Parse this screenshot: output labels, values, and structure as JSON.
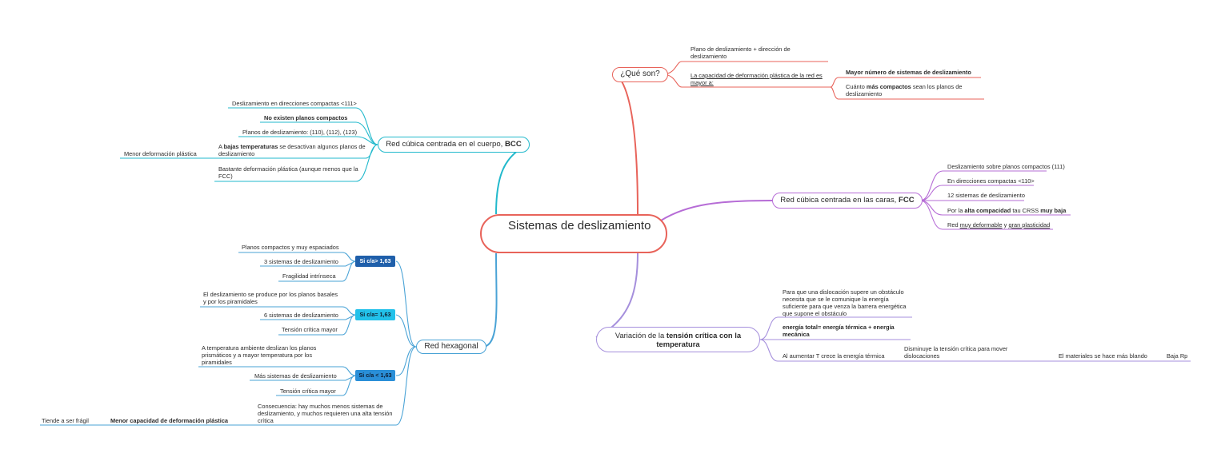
{
  "root": {
    "title": "Sistemas de deslizamiento"
  },
  "que_son": {
    "label": "¿Qué son?",
    "item1": "Plano de deslizamiento + dirección de deslizamiento",
    "item2": "La capacidad de deformación plástica de la red es mayor a:",
    "sub1": "Mayor número de sistemas de deslizamiento",
    "sub2": {
      "a": "Cuánto ",
      "b": "más compactos",
      "c": " sean los planos de deslizamiento"
    }
  },
  "bcc": {
    "label_a": "Red cúbica centrada en el cuerpo, ",
    "label_b": "BCC",
    "items": {
      "i1": "Deslizamiento en direcciones compactas <111>",
      "i2": "No existen planos compactos",
      "i3": "Planos de deslizamiento: (110), (112), (123)",
      "i4a": "A ",
      "i4b": "bajas temperaturas",
      "i4c": " se desactivan algunos planos de deslizamiento",
      "i4_child": "Menor deformación plástica",
      "i5": "Bastante deformación plástica (aunque menos que la FCC)"
    }
  },
  "fcc": {
    "label_a": "Red cúbica centrada en las caras, ",
    "label_b": "FCC",
    "items": {
      "i1": "Deslizamiento sobre planos compactos (111)",
      "i2": "En direcciones compactas <110>",
      "i3": "12 sistemas de deslizamiento",
      "i4a": "Por la ",
      "i4b": "alta compacidad",
      "i4c": " tau CRSS ",
      "i4d": "muy baja",
      "i5a": "Red ",
      "i5b": "muy deformable",
      "i5c": " y ",
      "i5d": "gran plasticidad"
    }
  },
  "hex": {
    "label": "Red hexagonal",
    "g1": {
      "label": "Si c/a> 1,63",
      "a": "Planos compactos y muy espaciados",
      "b": "3 sistemas de deslizamiento",
      "c": "Fragilidad intrínseca"
    },
    "g2": {
      "label": "Si c/a= 1,63",
      "a": "El deslizamiento se produce por los planos basales y por los piramidales",
      "b": "6 sistemas de deslizamiento",
      "c": "Tensión crítica mayor"
    },
    "g3": {
      "label": "Si c/a < 1,63",
      "a": "A temperatura ambiente deslizan los planos prismáticos y a mayor temperatura por los piramidales",
      "b": "Más sistemas de deslizamiento",
      "c": "Tensión crítica mayor"
    },
    "consequence": "Consecuencia: hay muchos menos sistemas de deslizamiento, y muchos requieren una alta tensión crítica",
    "consequence_child": "Menor capacidad de deformación plástica",
    "consequence_leaf": "Tiende a ser frágil"
  },
  "temp": {
    "label_a": "Variación de la ",
    "label_b": "tensión crítica con la temperatura",
    "item1": "Para que una dislocación supere un obstáculo necesita que se le comunique la energía suficiente para que venza la barrera energética que supone el obstáculo",
    "item2": "energía total= energía térmica + energía mecánica",
    "item3": "Al aumentar T crece la energía térmica",
    "item3_child": "Disminuye la tensión crítica para mover dislocaciones",
    "item3_child2": "El materiales se hace más blando",
    "item3_child3": "Baja Rp"
  },
  "colors": {
    "red": "#e8635a",
    "cyan": "#22b9cc",
    "purple": "#b66cd6",
    "blue": "#4aa3d6",
    "lilac": "#a58fdc",
    "pill_dark": "#1f5faa",
    "pill_cyan": "#22c1ea",
    "pill_mid": "#2a8fd8"
  }
}
